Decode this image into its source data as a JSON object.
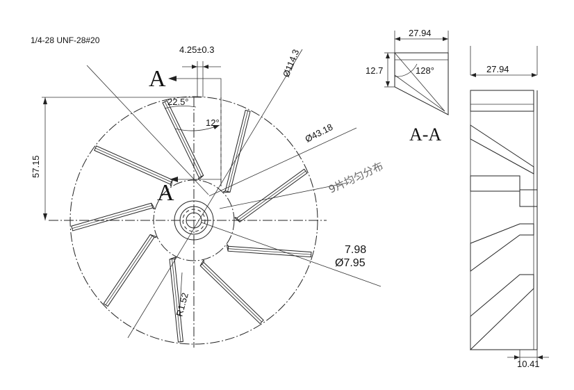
{
  "thread_spec": "1/4-28 UNF-28#20",
  "dimensions": {
    "tolerance_width": "4.25±0.3",
    "angle_blade": "22.5°",
    "angle_small": "12°",
    "outer_diameter": "Ø114.3",
    "hub_diameter": "Ø43.18",
    "bore_upper": "7.98",
    "bore_lower": "Ø7.95",
    "radius": "R1.52",
    "vertical_height": "57.15",
    "section_width": "27.94",
    "section_height": "12.7",
    "section_angle": "128°",
    "side_width": "27.94",
    "side_bottom": "10.41"
  },
  "labels": {
    "section_mark_top": "A",
    "section_mark_mid": "A",
    "section_title": "A-A",
    "blade_note": "9片均匀分布"
  },
  "blade_count": 9
}
